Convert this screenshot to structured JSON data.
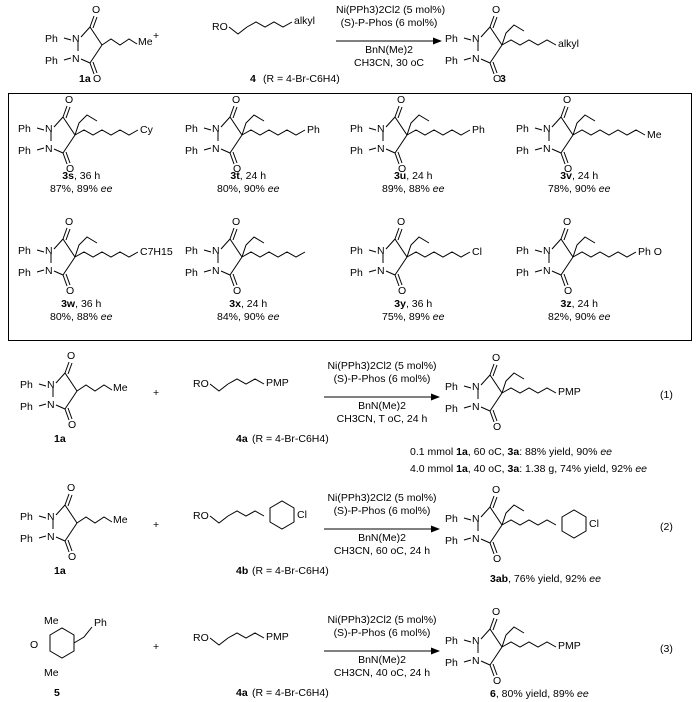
{
  "general": {
    "sub1_label": "1a",
    "sub2_label": "4",
    "sub2_note": "(R = 4-Br-C6H4)",
    "cat": "Ni(PPh3)2Cl2 (5 mol%)",
    "lig": "(S)-P-Phos (6 mol%)",
    "base": "BnN(Me)2",
    "solv": "CH3CN, 30 oC",
    "prod_label": "3",
    "alkyl": "alkyl"
  },
  "scope": [
    {
      "id": "3s",
      "time": ", 36 h",
      "result": "87%, 89% ",
      "ee": "ee",
      "tail": "Cy"
    },
    {
      "id": "3t",
      "time": ", 24 h",
      "result": "80%, 90% ",
      "ee": "ee",
      "tail": "Ph"
    },
    {
      "id": "3u",
      "time": ", 24 h",
      "result": "89%, 88% ",
      "ee": "ee",
      "tail": "Ph"
    },
    {
      "id": "3v",
      "time": ", 24 h",
      "result": "78%, 90% ",
      "ee": "ee",
      "tail": "Me"
    },
    {
      "id": "3w",
      "time": ", 36 h",
      "result": "80%, 88% ",
      "ee": "ee",
      "tail": "C7H15"
    },
    {
      "id": "3x",
      "time": ", 24 h",
      "result": "84%, 90% ",
      "ee": "ee",
      "tail": ""
    },
    {
      "id": "3y",
      "time": ", 36 h",
      "result": "75%, 89% ",
      "ee": "ee",
      "tail": "Cl"
    },
    {
      "id": "3z",
      "time": ", 24 h",
      "result": "82%, 90% ",
      "ee": "ee",
      "tail": "Ph  O"
    }
  ],
  "eq1": {
    "sub1": "1a",
    "sub2": "4a",
    "sub2_note": "(R = 4-Br-C6H4)",
    "cat": "Ni(PPh3)2Cl2 (5 mol%)",
    "lig": "(S)-P-Phos (6 mol%)",
    "base": "BnN(Me)2",
    "solv": "CH3CN, T oC, 24 h",
    "num": "(1)",
    "pmp": "PMP",
    "line1_a": "0.1 mmol ",
    "line1_b": "1a",
    "line1_c": ", 60 oC, ",
    "line1_d": "3a",
    "line1_e": ": 88% yield, 90% ",
    "line1_f": "ee",
    "line2_a": "4.0 mmol ",
    "line2_b": "1a",
    "line2_c": ", 40 oC, ",
    "line2_d": "3a",
    "line2_e": ": 1.38 g, 74% yield, 92% ",
    "line2_f": "ee"
  },
  "eq2": {
    "sub1": "1a",
    "sub2": "4b",
    "sub2_note": "(R = 4-Br-C6H4)",
    "cat": "Ni(PPh3)2Cl2 (5 mol%)",
    "lig": "(S)-P-Phos (6 mol%)",
    "base": "BnN(Me)2",
    "solv": "CH3CN, 60 oC, 24 h",
    "num": "(2)",
    "prod": "3ab",
    "result": ", 76% yield, 92% ",
    "ee": "ee",
    "cl": "Cl"
  },
  "eq3": {
    "sub1": "5",
    "sub2": "4a",
    "sub2_note": "(R = 4-Br-C6H4)",
    "cat": "Ni(PPh3)2Cl2 (5 mol%)",
    "lig": "(S)-P-Phos (6 mol%)",
    "base": "BnN(Me)2",
    "solv": "CH3CN, 40 oC, 24 h",
    "num": "(3)",
    "prod": "6",
    "result": ", 80% yield, 89% ",
    "ee": "ee",
    "pmp": "PMP"
  },
  "atoms": {
    "Ph": "Ph",
    "N": "N",
    "O": "O",
    "Me": "Me",
    "RO": "RO",
    "plus": "+"
  }
}
